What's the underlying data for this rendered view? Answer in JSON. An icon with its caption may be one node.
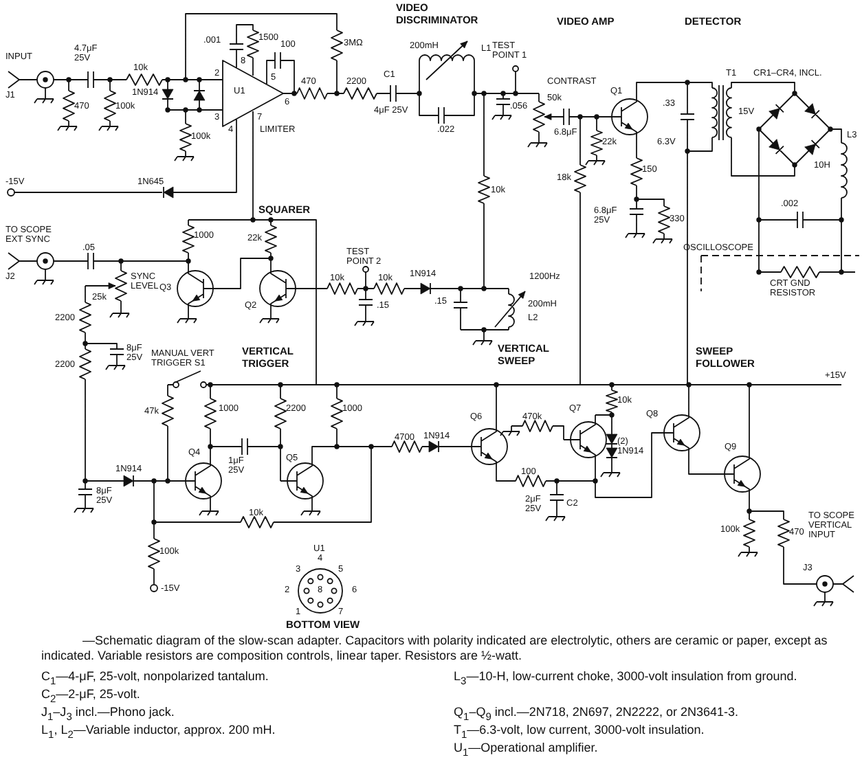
{
  "diagram": {
    "caption": "—Schematic diagram of the slow-scan adapter. Capacitors with polarity indicated are electrolytic, others are ceramic or paper, except as indicated. Variable resistors are composition controls, linear taper. Resistors are ½-watt.",
    "labels": [
      "VIDEO DISCRIMINATOR",
      "VIDEO AMP",
      "DETECTOR",
      ".001",
      "1500",
      "3MΩ",
      "TEST POINT 1",
      "200mH",
      "L1",
      "T1",
      "CR1–CR4, INCL.",
      "INPUT",
      "J1",
      "4.7μF 25V",
      "100",
      "10k",
      "2",
      "8",
      "5",
      "U1",
      "6",
      "470",
      "2200",
      "C1",
      "CONTRAST",
      "Q1",
      "1N914",
      ".056",
      "50k",
      ".022",
      "6.8μF",
      "15V",
      ".33",
      "470",
      "100k",
      "3",
      "4μF 25V",
      "4",
      "7",
      "LIMITER",
      "100k",
      "22k",
      "6.3V",
      "L3",
      "10H",
      "18k",
      "10k",
      "150",
      "-15V",
      "1N645",
      ".002",
      "6.8μF 25V",
      "330",
      "SQUARER",
      "TO SCOPE EXT SYNC",
      "1000",
      "22k",
      "OSCILLOSCOPE",
      ".05",
      "SYNC LEVEL",
      "TEST POINT 2",
      "1200Hz",
      "CRT GND RESISTOR",
      "10k",
      "10k",
      "1N914",
      "J2",
      "Q3",
      "Q2",
      "25k",
      ".15",
      ".15",
      "200mH",
      "L2",
      "2200",
      "8μF 25V",
      "VERTICAL SWEEP",
      "MANUAL VERT TRIGGER S1",
      "VERTICAL TRIGGER",
      "SWEEP FOLLOWER",
      "+15V",
      "2200",
      "47k",
      "1000",
      "2200",
      "1000",
      "470k",
      "10k",
      "Q8",
      "4700",
      "1N914",
      "Q6",
      "Q7",
      "Q4",
      "Q5",
      "Q9",
      "1μF 25V",
      "(2) 1N914",
      "1N914",
      "100",
      "8μF 25V",
      "2μF 25V",
      "C2",
      "10k",
      "100k",
      "470",
      "TO SCOPE VERTICAL INPUT",
      "J3",
      "U1",
      "100k",
      "-15V",
      "4",
      "3",
      "5",
      "2",
      "6",
      "8",
      "1",
      "7",
      "BOTTOM VIEW",
      "C$_{1}$—4-μF, 25-volt, nonpolarized tantalum.",
      "C$_{2}$—2-μF, 25-volt.",
      "J$_{1}$–J$_{3}$ incl.—Phono jack.",
      "L$_{1}$, L$_{2}$—Variable inductor, approx. 200 mH.",
      "L$_{3}$—10-H, low-current choke, 3000-volt insulation from ground.",
      "Q$_{1}$–Q$_{9}$ incl.—2N718, 2N697, 2N2222, or 2N3641-3.",
      "T$_{1}$—6.3-volt, low current, 3000-volt insulation.",
      "U$_{1}$—Operational amplifier."
    ]
  }
}
